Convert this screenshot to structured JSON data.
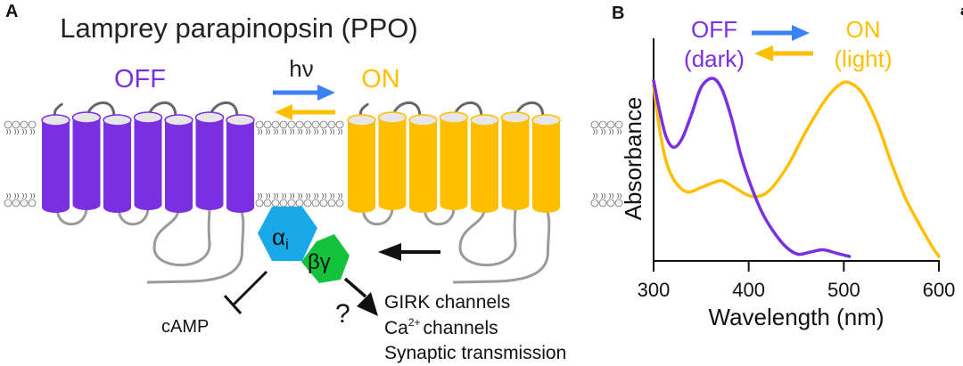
{
  "panel_a": {
    "label": "A",
    "title": "Lamprey parapinopsin (PPO)",
    "off_label": "OFF",
    "on_label": "ON",
    "light_symbol": "hν",
    "alpha_label": "α",
    "alpha_sub": "i",
    "betagamma_label": "βγ",
    "camp_label": "cAMP",
    "question_label": "?",
    "targets": [
      "GIRK channels",
      "Ca",
      "channels",
      "Synaptic transmission"
    ],
    "ca_superscript": "2+",
    "colors": {
      "off": "#7a2fe0",
      "on": "#ffbf00",
      "forward_arrow": "#3b82f6",
      "reverse_arrow": "#ffbf00",
      "alpha": "#1aa9e8",
      "betagamma": "#14c23c",
      "loop": "#9a9a9a"
    }
  },
  "panel_b": {
    "label": "B",
    "edge_label": "a"
  },
  "chart_data": {
    "type": "line",
    "title": "",
    "xlabel": "Wavelength (nm)",
    "ylabel": "Absorbance",
    "xlim": [
      300,
      600
    ],
    "ylim": [
      0,
      1
    ],
    "xticks": [
      300,
      400,
      500,
      600
    ],
    "yticks": [],
    "grid": false,
    "legend": {
      "placement": "top",
      "entries": [
        {
          "name": "OFF",
          "sub": "(dark)",
          "color": "#7a2fe0"
        },
        {
          "name": "ON",
          "sub": "(light)",
          "color": "#ffbf00"
        }
      ],
      "forward_arrow_color": "#3b82f6",
      "reverse_arrow_color": "#ffbf00"
    },
    "series": [
      {
        "name": "OFF (dark)",
        "color": "#7a2fe0",
        "x": [
          300,
          306,
          313,
          321,
          330,
          340,
          350,
          362,
          372,
          382,
          392,
          403,
          415,
          428,
          440,
          452,
          465,
          478,
          492,
          506
        ],
        "y": [
          0.81,
          0.68,
          0.56,
          0.51,
          0.55,
          0.66,
          0.78,
          0.82,
          0.77,
          0.64,
          0.47,
          0.33,
          0.21,
          0.12,
          0.06,
          0.03,
          0.04,
          0.05,
          0.035,
          0.02
        ]
      },
      {
        "name": "ON (light)",
        "color": "#ffbf00",
        "x": [
          300,
          306,
          313,
          322,
          335,
          350,
          362,
          372,
          385,
          403,
          420,
          440,
          460,
          480,
          495,
          506,
          520,
          535,
          550,
          565,
          580,
          592,
          600
        ],
        "y": [
          0.79,
          0.6,
          0.45,
          0.36,
          0.31,
          0.33,
          0.35,
          0.36,
          0.33,
          0.29,
          0.31,
          0.42,
          0.58,
          0.72,
          0.79,
          0.8,
          0.75,
          0.62,
          0.44,
          0.28,
          0.16,
          0.07,
          0.02
        ]
      }
    ]
  }
}
